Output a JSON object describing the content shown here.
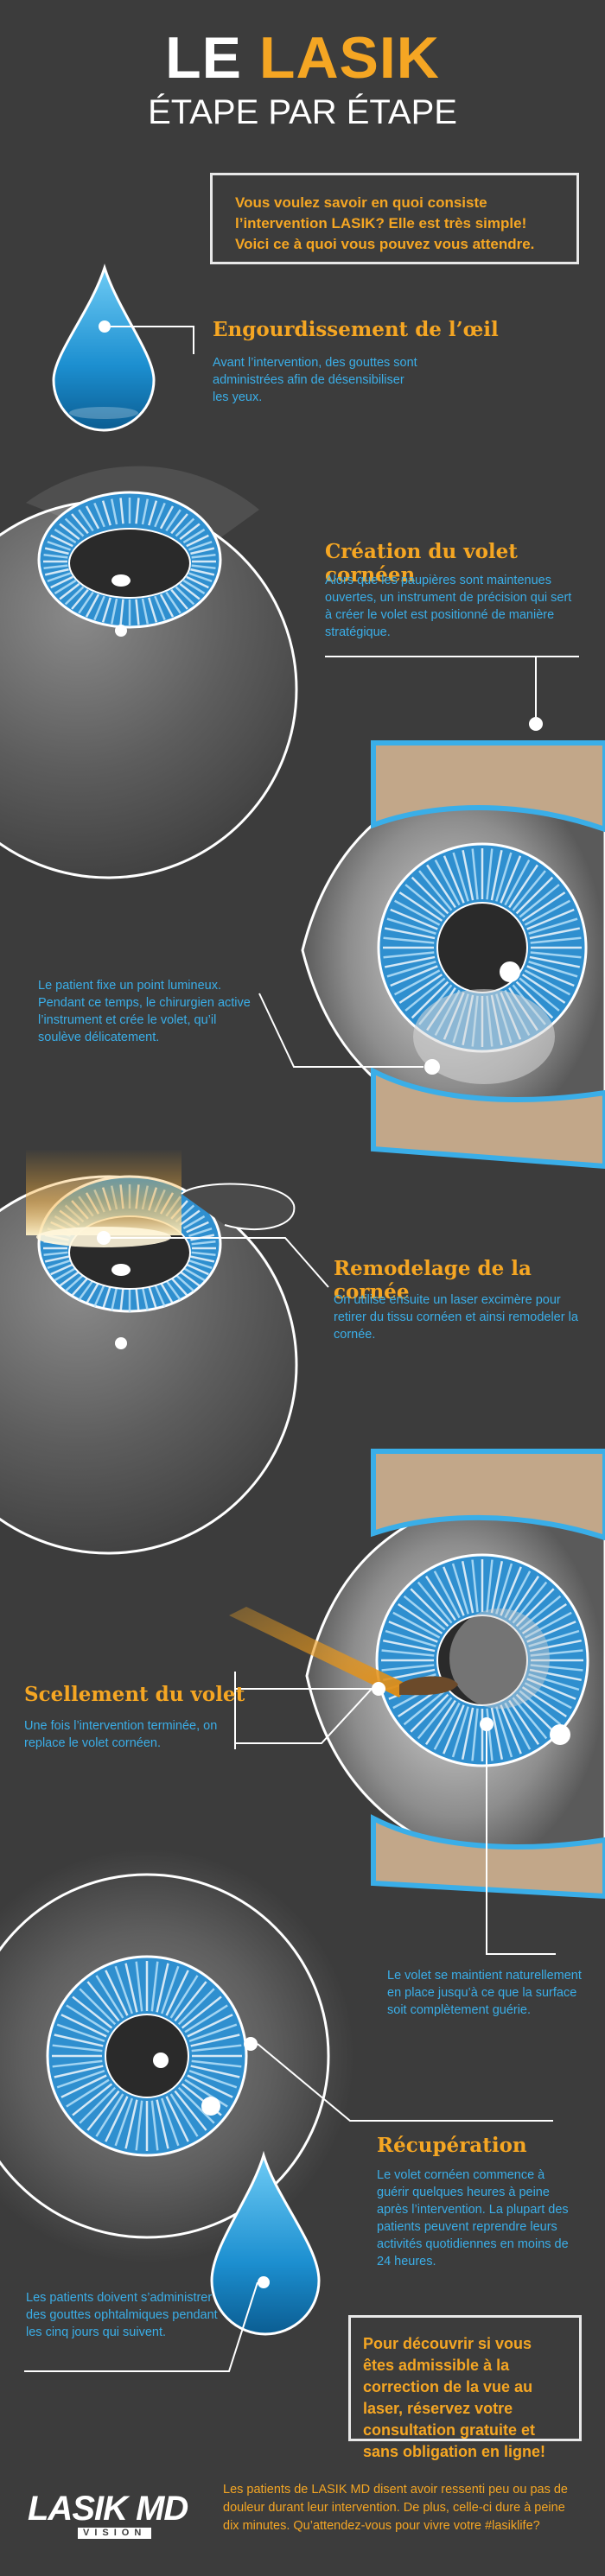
{
  "title": {
    "part1": "LE",
    "part2": "LASIK",
    "subtitle": "ÉTAPE PAR ÉTAPE"
  },
  "intro": "Vous voulez savoir en quoi consiste l’intervention LASIK? Elle est très simple! Voici ce à quoi vous pouvez vous attendre.",
  "steps": [
    {
      "heading": "Engourdissement de l’œil",
      "text": "Avant l’intervention, des gouttes sont administrées afin de désensibiliser les yeux."
    },
    {
      "heading": "Création du volet cornéen",
      "text": "Alors que les paupières sont maintenues ouvertes, un instrument de précision qui sert à créer le volet est positionné de manière stratégique.",
      "text2": "Le patient fixe un point lumineux. Pendant ce temps, le chirurgien active l’instrument et crée le volet, qu’il soulève délicatement."
    },
    {
      "heading": "Remodelage de la cornée",
      "text": "On utilise ensuite un laser excimère pour retirer du tissu cornéen et ainsi remodeler la cornée."
    },
    {
      "heading": "Scellement du volet",
      "text": "Une fois l’intervention terminée, on replace le volet cornéen.",
      "text2": "Le volet se maintient naturellement en place jusqu’à ce que la surface soit complètement guérie."
    },
    {
      "heading": "Récupération",
      "text": "Le volet cornéen commence à guérir quelques heures à peine après l’intervention. La plupart des patients peuvent reprendre leurs activités quotidiennes en moins de 24 heures.",
      "text2": "Les patients doivent s’administrer des gouttes ophtalmiques pendant les cinq jours qui suivent."
    }
  ],
  "cta": "Pour découvrir si vous êtes admissible à la correction de la vue au laser, réservez votre consultation gratuite et sans obligation en ligne!",
  "logo": {
    "main": "LASIK MD",
    "sub": "VISION"
  },
  "footer": "Les patients de LASIK MD disent avoir ressenti peu ou pas de douleur durant leur intervention. De plus, celle-ci dure à peine dix minutes. Qu’attendez-vous pour vivre votre #lasiklife?",
  "colors": {
    "background": "#3c3c3c",
    "accent": "#f5a623",
    "blue": "#3aaee8",
    "white": "#ffffff"
  }
}
